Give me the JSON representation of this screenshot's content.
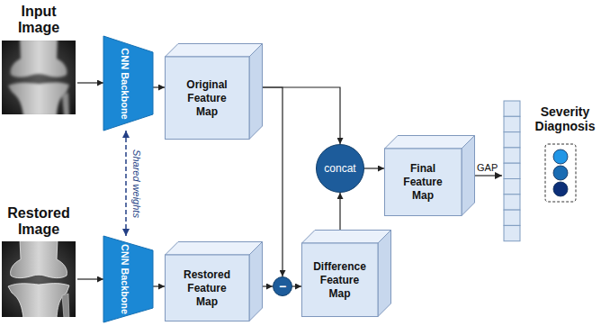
{
  "diagram": {
    "nodes": [
      {
        "text": [
          "Input Image"
        ]
      },
      {
        "text": [
          "CNN Backbone"
        ]
      },
      {
        "text": [
          "Original Feature Map"
        ]
      },
      {
        "text": [
          "Restored Image"
        ]
      },
      {
        "text": [
          "CNN Backbone"
        ]
      },
      {
        "text": [
          "Restored Feature Map"
        ]
      },
      {
        "text": [
          "−"
        ]
      },
      {
        "text": [
          "Difference Feature Map"
        ]
      },
      {
        "text": [
          "concat"
        ]
      },
      {
        "text": [
          "Final Feature Map"
        ]
      },
      {
        "text": [
          "Severity Diagnosis"
        ]
      }
    ],
    "edges": [
      {
        "from": 0,
        "to": 1,
        "arrow": "to"
      },
      {
        "from": 1,
        "to": 2,
        "arrow": "to"
      },
      {
        "from": 2,
        "to": 8,
        "arrow": "to"
      },
      {
        "from": 2,
        "to": 6,
        "arrow": "to"
      },
      {
        "from": 1,
        "to": 4,
        "label": "Shared weights",
        "arrow": "both"
      },
      {
        "from": 3,
        "to": 4,
        "arrow": "to"
      },
      {
        "from": 4,
        "to": 5,
        "arrow": "to"
      },
      {
        "from": 5,
        "to": 6,
        "arrow": "to"
      },
      {
        "from": 6,
        "to": 7,
        "arrow": "to"
      },
      {
        "from": 7,
        "to": 8,
        "arrow": "to"
      },
      {
        "from": 8,
        "to": 9,
        "arrow": "to"
      }
    ],
    "labels": [
      "GAP"
    ]
  }
}
